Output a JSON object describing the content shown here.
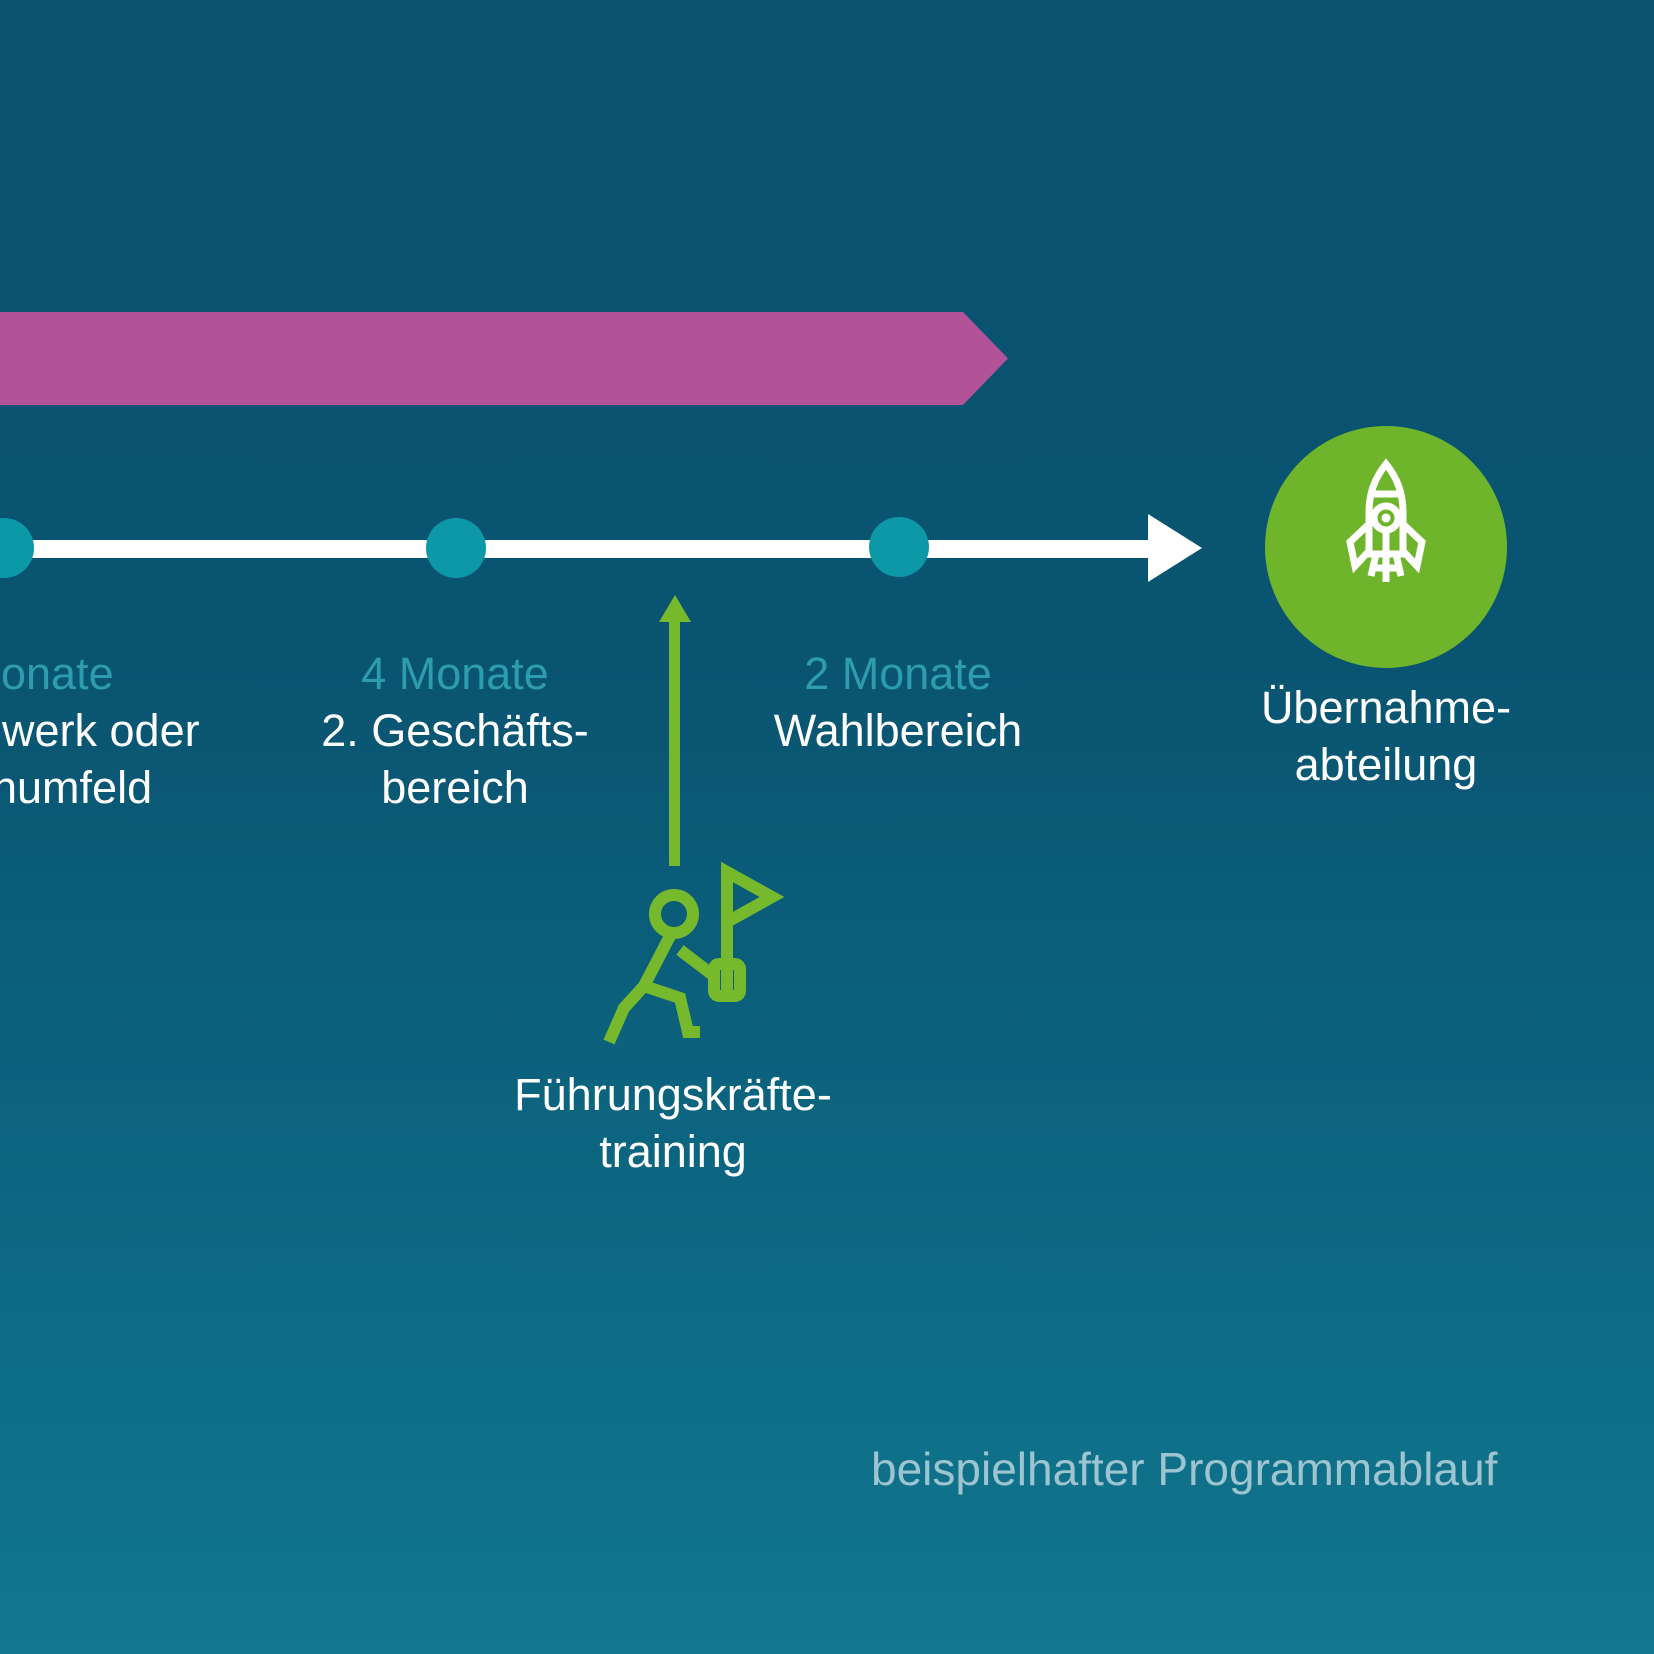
{
  "palette": {
    "background_top": "#0a5270",
    "background_bottom": "#12778f",
    "band_magenta": "#b2539a",
    "timeline_white": "#ffffff",
    "dot_teal": "#0d98a8",
    "duration_teal": "#2d9cac",
    "accent_green": "#77b92d",
    "goal_circle_green": "#6fb52c",
    "footer_text": "#9dc4cf"
  },
  "timeline": {
    "stations": [
      {
        "duration": "onate",
        "line1": "werk oder",
        "line2": "humfeld"
      },
      {
        "duration": "4 Monate",
        "line1": "2. Geschäfts-",
        "line2": "bereich"
      },
      {
        "duration": "2 Monate",
        "line1": "Wahlbereich"
      }
    ]
  },
  "goal": {
    "icon": "rocket-icon",
    "line1": "Übernahme-",
    "line2": "abteilung"
  },
  "milestone": {
    "icon": "person-with-flag-icon",
    "line1": "Führungskräfte-",
    "line2": "training"
  },
  "footer": {
    "caption": "beispielhafter Programmablauf"
  }
}
